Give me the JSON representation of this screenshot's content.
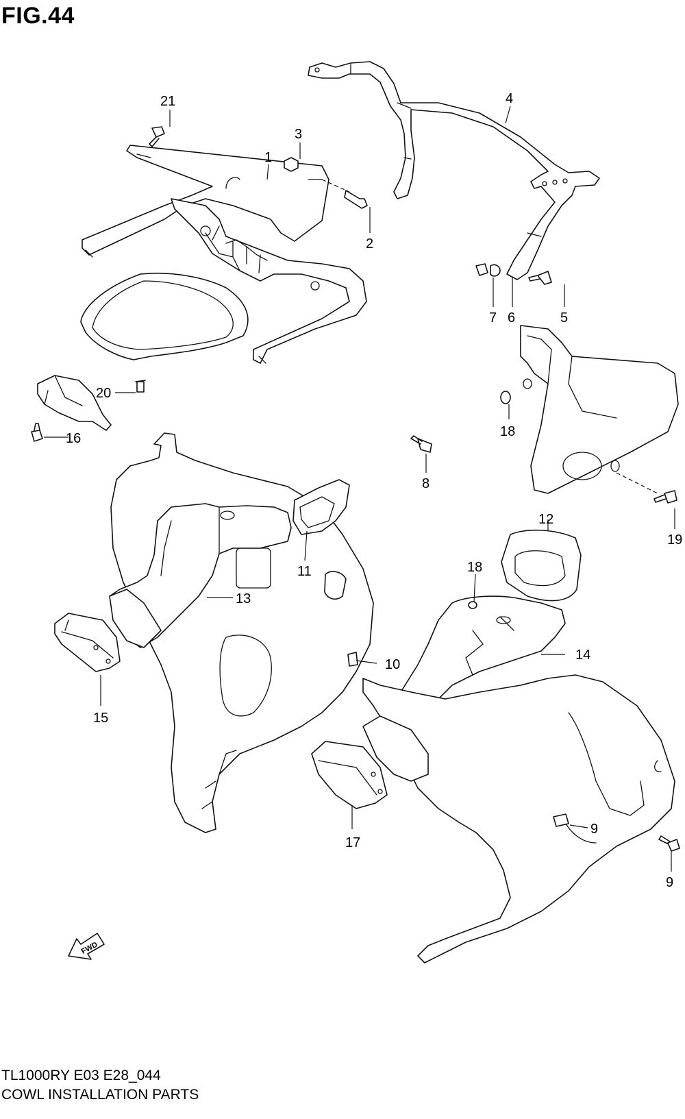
{
  "figure": {
    "title": "FIG.44",
    "model_line": "TL1000RY  E03  E28_044",
    "caption": "COWL INSTALLATION PARTS"
  },
  "callouts": [
    "1",
    "2",
    "3",
    "4",
    "5",
    "6",
    "7",
    "8",
    "9",
    "9",
    "10",
    "11",
    "12",
    "13",
    "14",
    "15",
    "16",
    "17",
    "18",
    "18",
    "19",
    "20",
    "21"
  ],
  "badge": {
    "text": "FWD"
  }
}
